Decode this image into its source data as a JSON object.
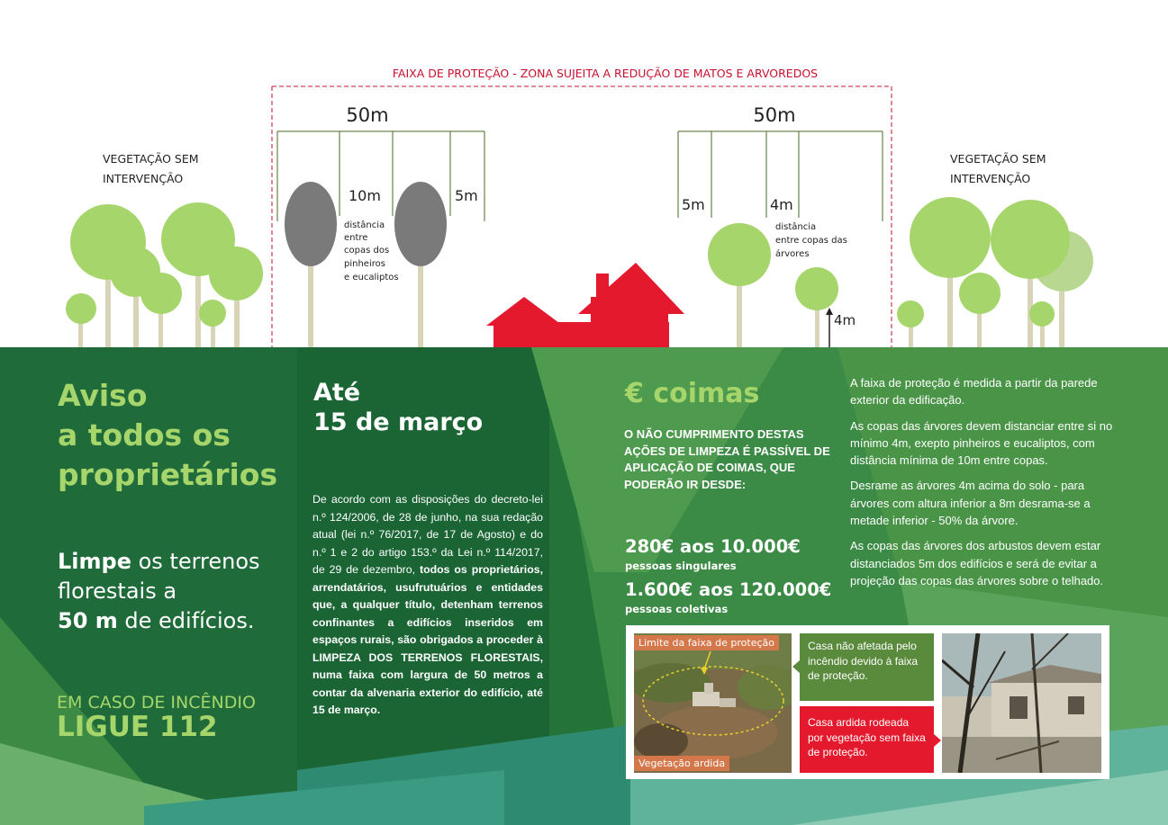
{
  "top": {
    "zone_title": "FAIXA DE PROTEÇÃO - ZONA SUJEITA A REDUÇÃO DE MATOS E ARVOREDOS",
    "left_label_l1": "VEGETAÇÃO SEM",
    "left_label_l2": "INTERVENÇÃO",
    "right_label_l1": "VEGETAÇÃO SEM",
    "right_label_l2": "INTERVENÇÃO",
    "left_50m": "50m",
    "right_50m": "50m",
    "left_10m": "10m",
    "left_5m": "5m",
    "left_note_l1": "distância",
    "left_note_l2": "entre",
    "left_note_l3": "copas dos",
    "left_note_l4": "pinheiros",
    "left_note_l5": "e eucaliptos",
    "right_5m": "5m",
    "right_4m": "4m",
    "right_note_l1": "distância",
    "right_note_l2": "entre copas das",
    "right_note_l3": "árvores",
    "height_4m": "4m"
  },
  "col1": {
    "title_l1": "Aviso",
    "title_l2": "a todos os",
    "title_l3": "proprietários",
    "limpe_bold": "Limpe",
    "limpe_rest1": " os terrenos",
    "limpe_l2": "florestais a",
    "limpe_bold2": "50 m",
    "limpe_rest3": " de edifícios.",
    "emcaso": "EM CASO DE INCÊNDIO",
    "ligue": "LIGUE 112"
  },
  "col2": {
    "ate_l1": "Até",
    "ate_l2": "15 de março",
    "decreto_plain": "De acordo com as disposições do decreto-lei n.º 124/2006, de 28 de junho, na sua redação atual (lei n.º 76/2017, de 17 de Agosto) e do n.º 1 e 2 do artigo 153.º da Lei n.º 114/2017, de 29 de dezembro, ",
    "decreto_bold": "todos os proprietários, arrendatários, usufrutuários e entidades que, a qualquer título, detenham terrenos confinantes a edifícios inseridos em espaços rurais, são obrigados a proceder à LIMPEZA DOS TERRENOS FLORESTAIS, numa faixa com largura de 50 metros a contar da alvenaria exterior do edifício, até 15 de março."
  },
  "col3": {
    "title": "€ coimas",
    "text": "O NÃO CUMPRIMENTO DESTAS AÇÕES DE LIMPEZA É PASSÍVEL DE APLICAÇÃO DE COIMAS, QUE PODERÃO IR DESDE:",
    "amount1": "280€ aos 10.000€",
    "amount1_sub": "pessoas singulares",
    "amount2": "1.600€ aos 120.000€",
    "amount2_sub": "pessoas coletivas"
  },
  "col4": {
    "p1": "A faixa de proteção é medida a partir da parede exterior da edificação.",
    "p2": "As copas das árvores devem distanciar entre si no mínimo 4m, exepto pinheiros e eucaliptos, com distância mínima de 10m entre copas.",
    "p3": "Desrame as árvores 4m acima do solo - para árvores com altura inferior a 8m desrama-se a metade inferior - 50% da árvore.",
    "p4": "As copas das árvores dos arbustos devem estar distanciados 5m dos edifícios e será de evitar a projeção das copas das árvores sobre o telhado."
  },
  "photos": {
    "label_top": "Limite da faixa de proteção",
    "label_bottom": "Vegetação ardida",
    "box_green": "Casa não afetada pelo incêndio devido à faixa de proteção.",
    "box_red": "Casa ardida rodeada por vegetação sem faixa de proteção."
  },
  "colors": {
    "dark_green": "#1f6b3a",
    "mid_green": "#3d8a45",
    "light_green": "#a6d66b",
    "red": "#e5192d",
    "trunk": "#d9d3b8",
    "grey_tree": "#7a7a7a"
  }
}
